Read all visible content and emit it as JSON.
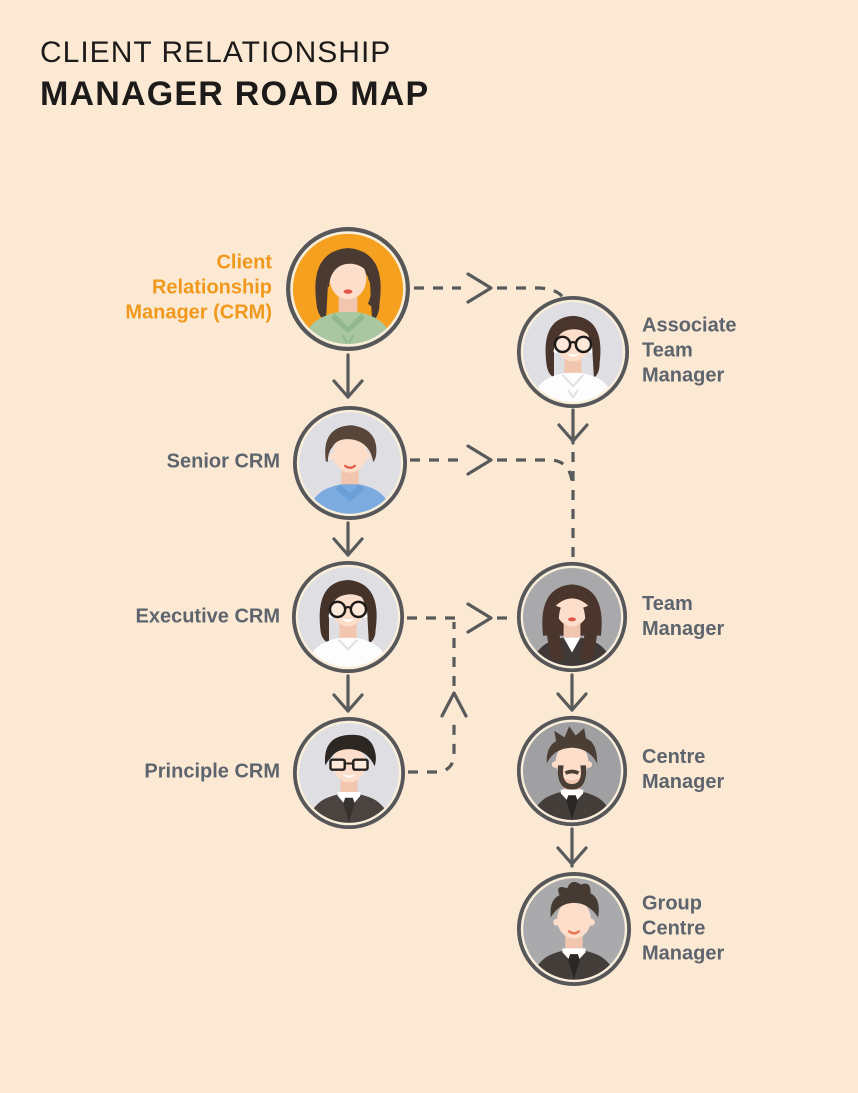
{
  "title": {
    "line1": "CLIENT RELATIONSHIP",
    "line2": "MANAGER ROAD MAP"
  },
  "colors": {
    "background": "#fbe9d3",
    "title-color": "#1c1b1a",
    "accent-orange": "#f0991c",
    "label-gray": "#5e646e",
    "line-gray": "#595a5c",
    "avatar-orange": "#f5a11f",
    "avatar-light": "#dfdfe3",
    "avatar-medium": "#a9a9ac",
    "avatar-dark": "#a0a0a3",
    "avatar-medium2": "#aaaaad"
  },
  "nodes": {
    "crm": {
      "label_lines": [
        "Client",
        "Relationship",
        "Manager (CRM)"
      ]
    },
    "associate_team_manager": {
      "label_lines": [
        "Associate",
        "Team",
        "Manager"
      ]
    },
    "senior_crm": {
      "label_lines": [
        "Senior CRM"
      ]
    },
    "executive_crm": {
      "label_lines": [
        "Executive CRM"
      ]
    },
    "team_manager": {
      "label_lines": [
        "Team",
        "Manager"
      ]
    },
    "principle_crm": {
      "label_lines": [
        "Principle CRM"
      ]
    },
    "centre_manager": {
      "label_lines": [
        "Centre",
        "Manager"
      ]
    },
    "group_centre_manager": {
      "label_lines": [
        "Group",
        "Centre",
        "Manager"
      ]
    }
  }
}
